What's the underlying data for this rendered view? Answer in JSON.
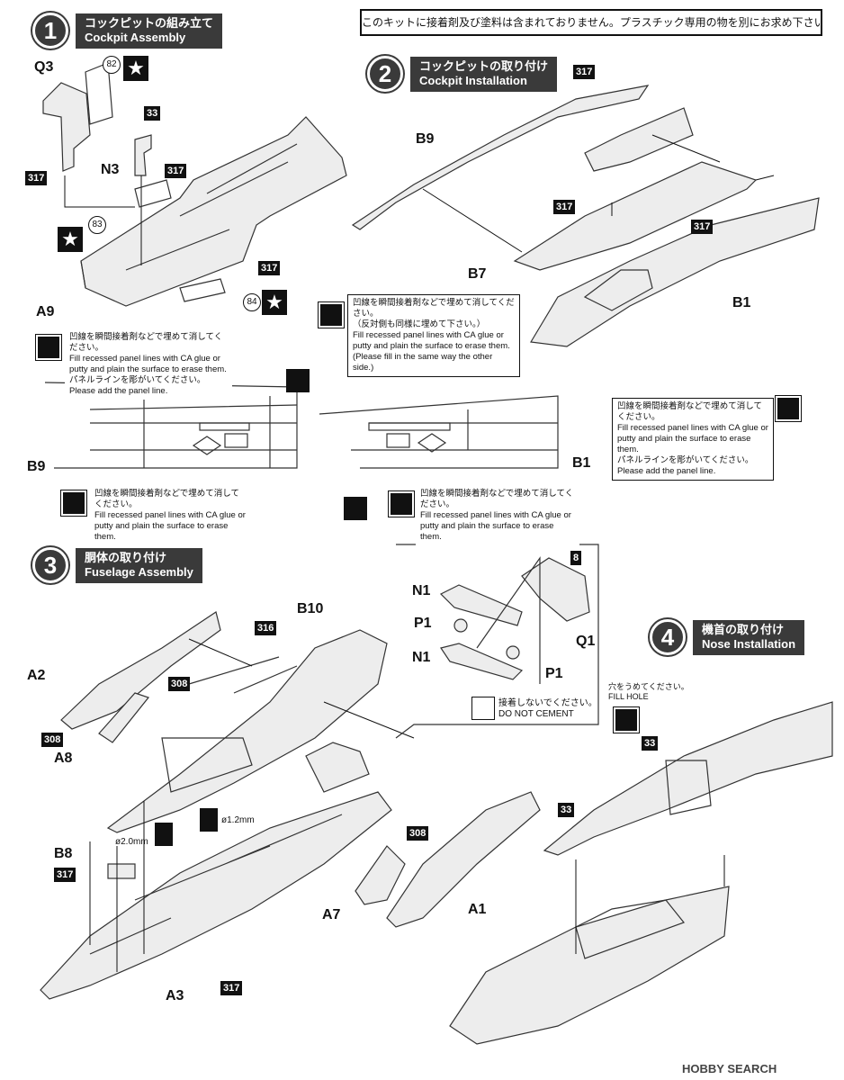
{
  "notice": "このキットに接着剤及び塗料は含まれておりません。プラスチック専用の物を別にお求め下さい。",
  "steps": {
    "s1": {
      "num": "1",
      "title_jp": "コックピットの組み立て",
      "title_en": "Cockpit Assembly"
    },
    "s2": {
      "num": "2",
      "title_jp": "コックピットの取り付け",
      "title_en": "Cockpit Installation"
    },
    "s3": {
      "num": "3",
      "title_jp": "胴体の取り付け",
      "title_en": "Fuselage Assembly"
    },
    "s4": {
      "num": "4",
      "title_jp": "機首の取り付け",
      "title_en": "Nose Installation"
    }
  },
  "parts": {
    "q3": "Q3",
    "n3": "N3",
    "a9": "A9",
    "b9a": "B9",
    "b7": "B7",
    "b1a": "B1",
    "b9b": "B9",
    "b1b": "B1",
    "b10": "B10",
    "a2": "A2",
    "a8": "A8",
    "b8": "B8",
    "a3": "A3",
    "a7": "A7",
    "a1": "A1",
    "n1a": "N1",
    "p1a": "P1",
    "n1b": "N1",
    "p1b": "P1",
    "q1": "Q1"
  },
  "color_tags": {
    "t317a": "317",
    "t317b": "317",
    "t317c": "317",
    "t317d": "317",
    "t317e": "317",
    "t317f": "317",
    "t317g": "317",
    "t317h": "317",
    "t33a": "33",
    "t33b": "33",
    "t33c": "33",
    "t316": "316",
    "t308a": "308",
    "t308b": "308",
    "t308c": "308",
    "t8": "8"
  },
  "decals": {
    "d82": "82",
    "d83": "83",
    "d84": "84"
  },
  "star_symbol": "★",
  "callouts": {
    "fill_jp": "凹線を瞬間接着剤などで埋めて消してください。",
    "fill_en1": "Fill recessed panel lines with CA glue or",
    "fill_en2": "putty and plain the surface to erase them.",
    "other_side_jp": "（反対側も同様に埋めて下さい。）",
    "other_side_en": "(Please fill in the same way the other side.)",
    "add_line_jp": "パネルラインを彫がいてください。",
    "add_line_en": "Please add the panel line."
  },
  "drill": {
    "d20": "ø2.0mm",
    "d12": "ø1.2mm"
  },
  "do_not_cement_jp": "接着しないでください。",
  "do_not_cement_en": "DO NOT CEMENT",
  "fill_hole_jp": "穴をうめてください。",
  "fill_hole_en": "FILL HOLE",
  "watermark": "HOBBY SEARCH"
}
